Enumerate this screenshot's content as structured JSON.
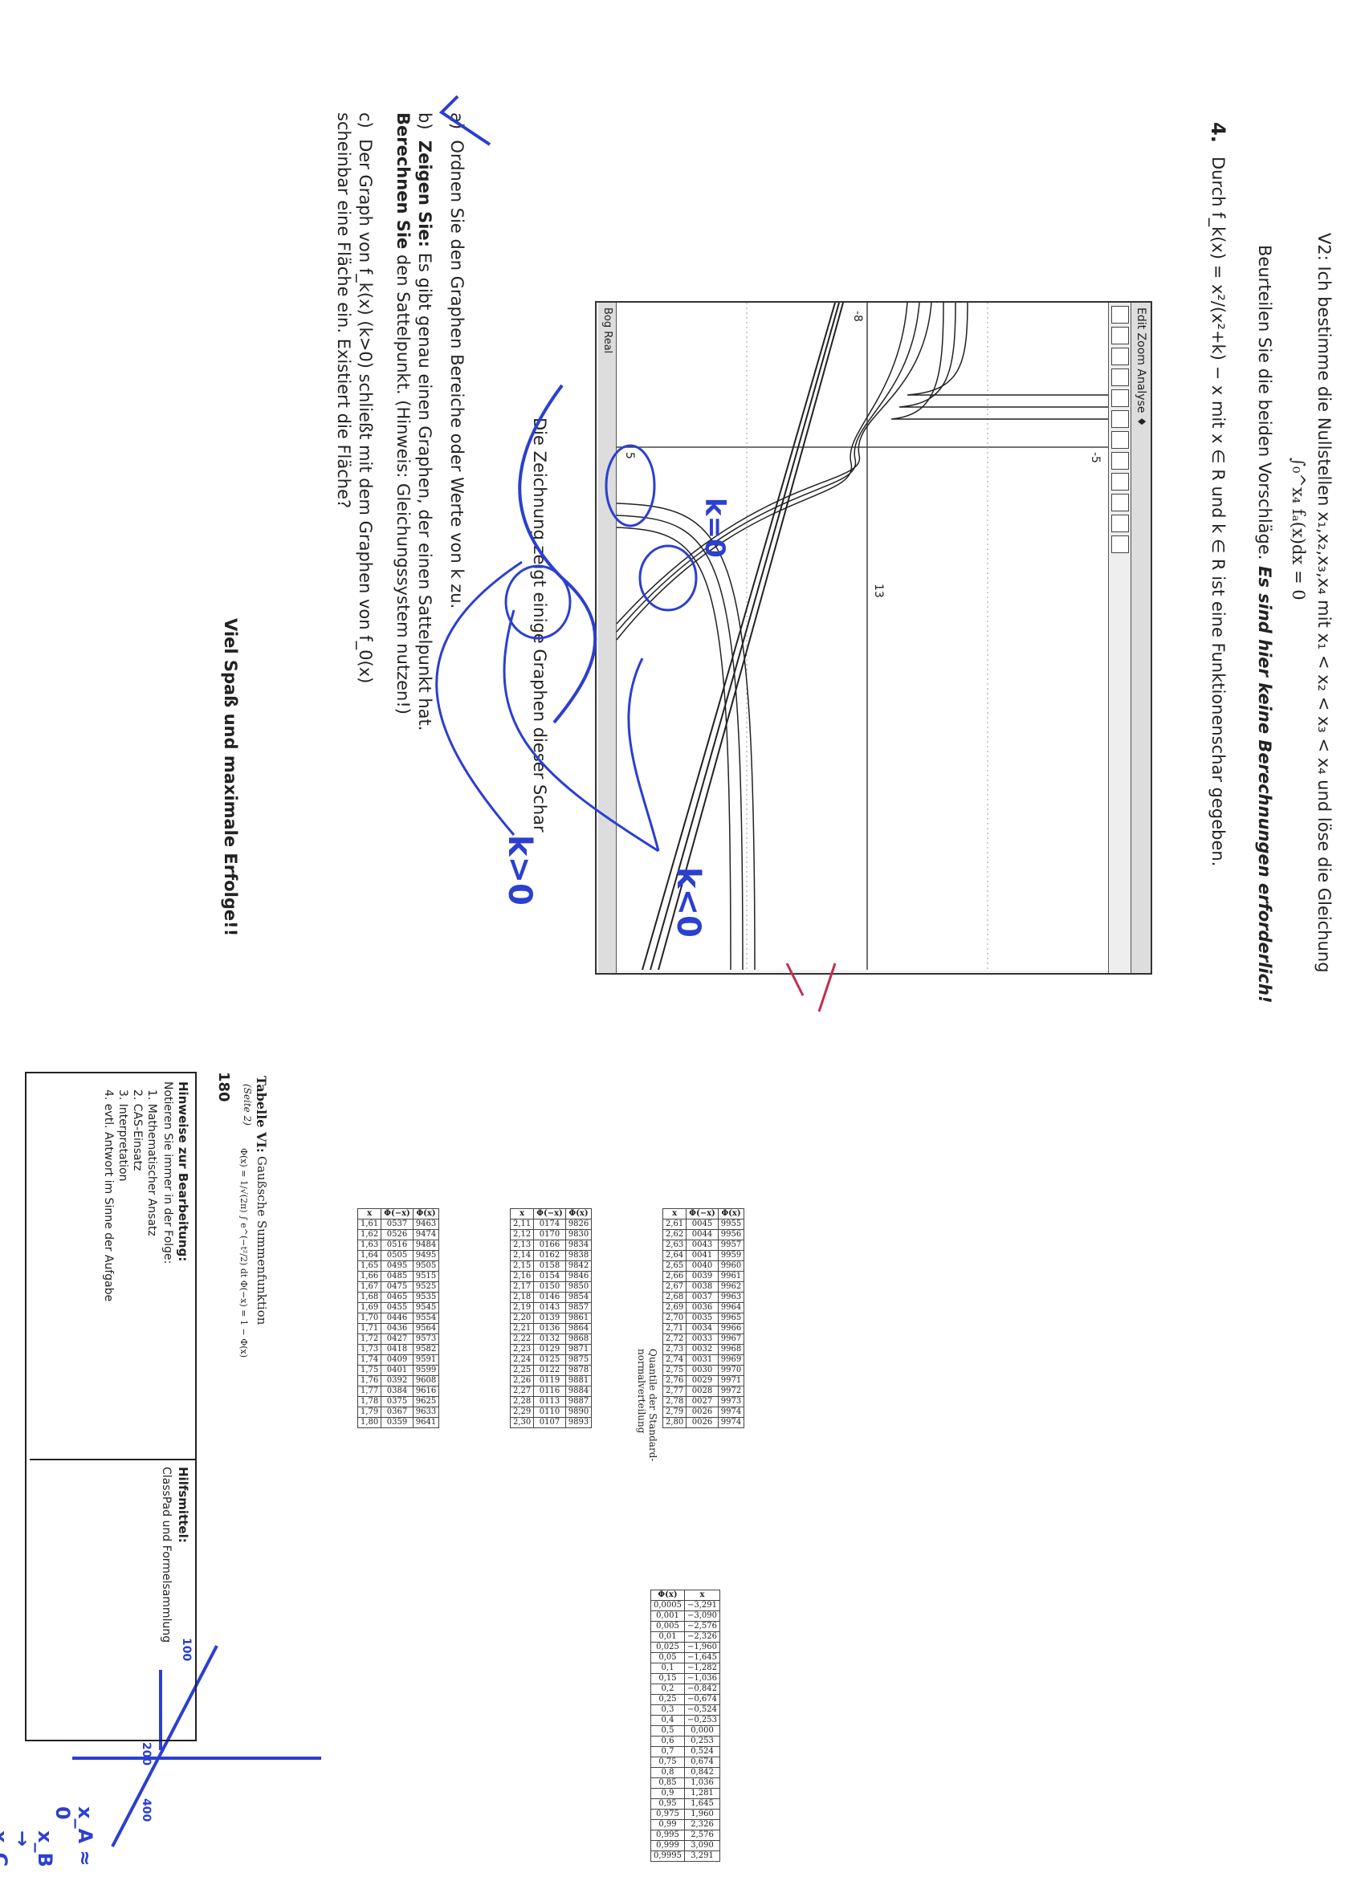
{
  "page_number": "180",
  "v2_text": "V2: Ich bestimme die Nullstellen x₁,x₂,x₃,x₄ mit x₁ < x₂ < x₃ < x₄ und löse die Gleichung",
  "v2_equation": "∫₀^x₄ fₐ(x)dx = 0",
  "judge_text": "Beurteilen Sie die beiden Vorschläge.",
  "judge_emph": "Es sind hier keine Berechnungen erforderlich!",
  "task4_number": "4.",
  "task4_intro": "Durch f_k(x) = x²/(x²+k) − x mit x ∈ R und k ∈ R ist eine Funktionenschar gegeben.",
  "calc": {
    "menu": "Edit Zoom Analyse ♦",
    "status": "Bog Real",
    "tick_top": "13",
    "tick_left": "-5",
    "tick_right": "5",
    "tick_bottom": "-8"
  },
  "caption": "Die Zeichnung zeigt einige Graphen dieser Schar",
  "items": [
    {
      "label": "a)",
      "text": "Ordnen Sie den Graphen Bereiche oder Werte von k zu."
    },
    {
      "label": "b)",
      "bold1": "Zeigen Sie:",
      "text1": " Es gibt genau einen Graphen, der einen Sattelpunkt hat. ",
      "bold2": "Berechnen Sie",
      "text2": " den Sattelpunkt.  (Hinweis: Gleichungssystem nutzen!)"
    },
    {
      "label": "c)",
      "text": "Der Graph von f_k(x) (k>0) schließt mit dem Graphen von f_0(x) scheinbar eine Fläche ein. Existiert die Fläche?"
    }
  ],
  "closing": "Viel Spaß und maximale Erfolge!!",
  "hints": {
    "title": "Hinweise zur Bearbeitung:",
    "lead": "Notieren Sie immer in der Folge:",
    "list": [
      "1.  Mathematischer Ansatz",
      "2.  CAS-Einsatz",
      "3.  Interpretation",
      "4.  evtl. Antwort im Sinne der Aufgabe"
    ],
    "aids_title": "Hilfsmittel:",
    "aids": "ClassPad und Formelsammlung"
  },
  "table": {
    "title": "Tabelle VI:",
    "subtitle": "Gaußsche Summenfunktion",
    "page": "(Seite 2)",
    "formula": "Φ(x) = 1/√(2π) ∫ e^(−t²/2) dt        Φ(−x) = 1 − Φ(x)",
    "headers": [
      "x",
      "Φ(−x)",
      "Φ(x)"
    ],
    "quantile_title": "Quantile der Standard-normalverteilung",
    "quantile_headers": [
      "Φ(x)",
      "x"
    ],
    "col1": [
      [
        "1,61",
        "0537",
        "9463"
      ],
      [
        "1,62",
        "0526",
        "9474"
      ],
      [
        "1,63",
        "0516",
        "9484"
      ],
      [
        "1,64",
        "0505",
        "9495"
      ],
      [
        "1,65",
        "0495",
        "9505"
      ],
      [
        "1,66",
        "0485",
        "9515"
      ],
      [
        "1,67",
        "0475",
        "9525"
      ],
      [
        "1,68",
        "0465",
        "9535"
      ],
      [
        "1,69",
        "0455",
        "9545"
      ],
      [
        "1,70",
        "0446",
        "9554"
      ],
      [
        "1,71",
        "0436",
        "9564"
      ],
      [
        "1,72",
        "0427",
        "9573"
      ],
      [
        "1,73",
        "0418",
        "9582"
      ],
      [
        "1,74",
        "0409",
        "9591"
      ],
      [
        "1,75",
        "0401",
        "9599"
      ],
      [
        "1,76",
        "0392",
        "9608"
      ],
      [
        "1,77",
        "0384",
        "9616"
      ],
      [
        "1,78",
        "0375",
        "9625"
      ],
      [
        "1,79",
        "0367",
        "9633"
      ],
      [
        "1,80",
        "0359",
        "9641"
      ]
    ],
    "col2": [
      [
        "2,11",
        "0174",
        "9826"
      ],
      [
        "2,12",
        "0170",
        "9830"
      ],
      [
        "2,13",
        "0166",
        "9834"
      ],
      [
        "2,14",
        "0162",
        "9838"
      ],
      [
        "2,15",
        "0158",
        "9842"
      ],
      [
        "2,16",
        "0154",
        "9846"
      ],
      [
        "2,17",
        "0150",
        "9850"
      ],
      [
        "2,18",
        "0146",
        "9854"
      ],
      [
        "2,19",
        "0143",
        "9857"
      ],
      [
        "2,20",
        "0139",
        "9861"
      ],
      [
        "2,21",
        "0136",
        "9864"
      ],
      [
        "2,22",
        "0132",
        "9868"
      ],
      [
        "2,23",
        "0129",
        "9871"
      ],
      [
        "2,24",
        "0125",
        "9875"
      ],
      [
        "2,25",
        "0122",
        "9878"
      ],
      [
        "2,26",
        "0119",
        "9881"
      ],
      [
        "2,27",
        "0116",
        "9884"
      ],
      [
        "2,28",
        "0113",
        "9887"
      ],
      [
        "2,29",
        "0110",
        "9890"
      ],
      [
        "2,30",
        "0107",
        "9893"
      ]
    ],
    "col3": [
      [
        "2,61",
        "0045",
        "9955"
      ],
      [
        "2,62",
        "0044",
        "9956"
      ],
      [
        "2,63",
        "0043",
        "9957"
      ],
      [
        "2,64",
        "0041",
        "9959"
      ],
      [
        "2,65",
        "0040",
        "9960"
      ],
      [
        "2,66",
        "0039",
        "9961"
      ],
      [
        "2,67",
        "0038",
        "9962"
      ],
      [
        "2,68",
        "0037",
        "9963"
      ],
      [
        "2,69",
        "0036",
        "9964"
      ],
      [
        "2,70",
        "0035",
        "9965"
      ],
      [
        "2,71",
        "0034",
        "9966"
      ],
      [
        "2,72",
        "0033",
        "9967"
      ],
      [
        "2,73",
        "0032",
        "9968"
      ],
      [
        "2,74",
        "0031",
        "9969"
      ],
      [
        "2,75",
        "0030",
        "9970"
      ],
      [
        "2,76",
        "0029",
        "9971"
      ],
      [
        "2,77",
        "0028",
        "9972"
      ],
      [
        "2,78",
        "0027",
        "9973"
      ],
      [
        "2,79",
        "0026",
        "9974"
      ],
      [
        "2,80",
        "0026",
        "9974"
      ]
    ],
    "quantiles": [
      [
        "0,0005",
        "−3,291"
      ],
      [
        "0,001",
        "−3,090"
      ],
      [
        "0,005",
        "−2,576"
      ],
      [
        "0,01",
        "−2,326"
      ],
      [
        "0,025",
        "−1,960"
      ],
      [
        "0,05",
        "−1,645"
      ],
      [
        "0,1",
        "−1,282"
      ],
      [
        "0,15",
        "−1,036"
      ],
      [
        "0,2",
        "−0,842"
      ],
      [
        "0,25",
        "−0,674"
      ],
      [
        "0,3",
        "−0,524"
      ],
      [
        "0,4",
        "−0,253"
      ],
      [
        "0,5",
        "0,000"
      ],
      [
        "0,6",
        "0,253"
      ],
      [
        "0,7",
        "0,524"
      ],
      [
        "0,75",
        "0,674"
      ],
      [
        "0,8",
        "0,842"
      ],
      [
        "0,85",
        "1,036"
      ],
      [
        "0,9",
        "1,281"
      ],
      [
        "0,95",
        "1,645"
      ],
      [
        "0,975",
        "1,960"
      ],
      [
        "0,99",
        "2,326"
      ],
      [
        "0,995",
        "2,576"
      ],
      [
        "0,999",
        "3,090"
      ],
      [
        "0,9995",
        "3,291"
      ]
    ]
  },
  "annotations": {
    "k_eq_0": "k=0",
    "k_lt_0": "k<0",
    "k_gt_0": "k>0",
    "x_eq": "x_A ≈ 0",
    "x_b": "x_B → x_C",
    "tick_200": "200",
    "tick_400": "400",
    "tick_100": "100"
  }
}
